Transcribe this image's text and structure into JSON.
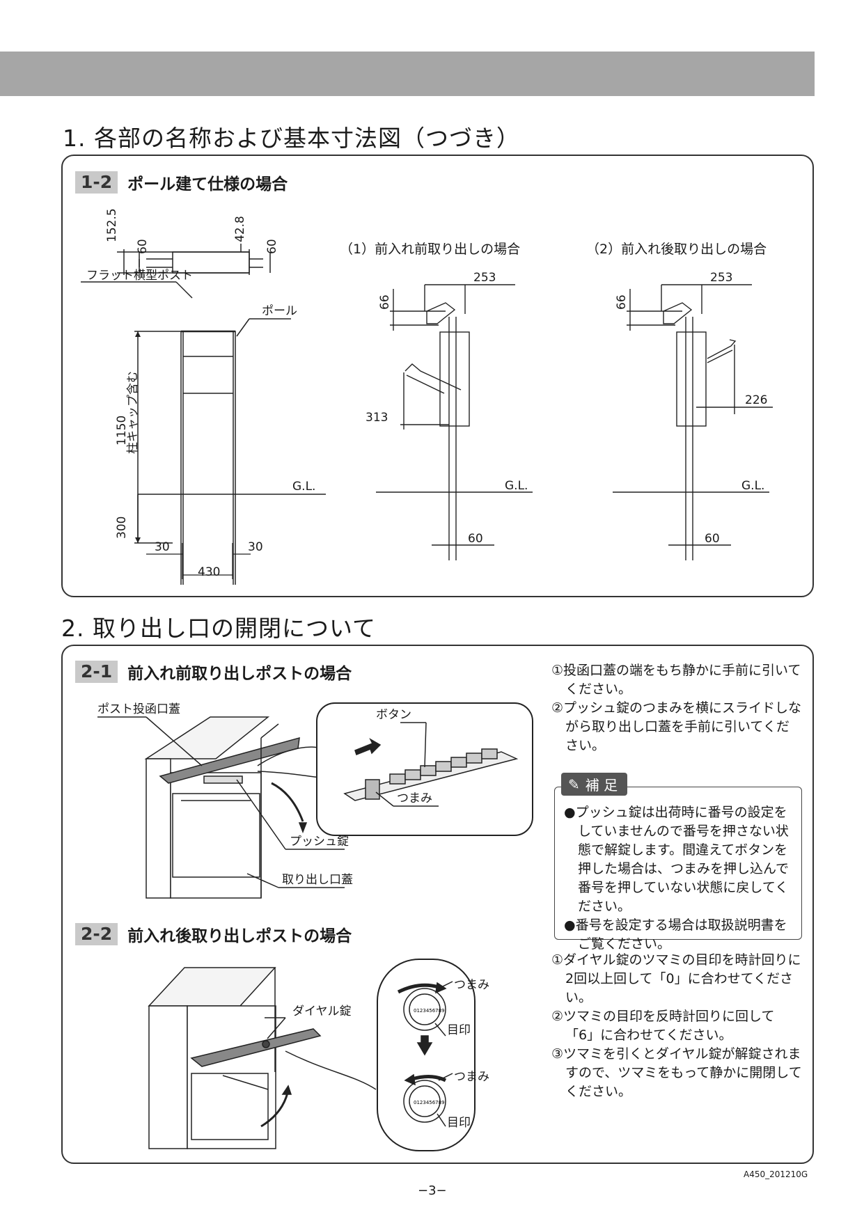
{
  "section1": {
    "title": "1. 各部の名称および基本寸法図（つづき）",
    "sub_num": "1-2",
    "sub_title": "ポール建て仕様の場合",
    "fig_main": {
      "label_post": "フラット横型ポスト",
      "label_pole": "ポール",
      "dim_top_1": "152.5",
      "dim_top_2": "60",
      "dim_top_3": "42.8",
      "dim_top_4": "60",
      "dim_height": "1150",
      "dim_height_note": "柱キャップ含む",
      "dim_ground": "300",
      "dim_left": "30",
      "dim_right": "30",
      "dim_width": "430",
      "gl": "G.L."
    },
    "fig_front": {
      "title": "（1）前入れ前取り出しの場合",
      "dim_a": "253",
      "dim_b": "66",
      "dim_c": "313",
      "dim_d": "60",
      "gl": "G.L."
    },
    "fig_rear": {
      "title": "（2）前入れ後取り出しの場合",
      "dim_a": "253",
      "dim_b": "66",
      "dim_c": "226",
      "dim_d": "60",
      "gl": "G.L."
    }
  },
  "section2": {
    "title": "2. 取り出し口の開閉について",
    "s21": {
      "num": "2-1",
      "title": "前入れ前取り出しポストの場合",
      "label_lid": "ポスト投函口蓋",
      "label_button": "ボタン",
      "label_knob": "つまみ",
      "label_push": "プッシュ錠",
      "label_outlet": "取り出し口蓋",
      "steps": [
        "①投函口蓋の端をもち静かに手前に引いてください。",
        "②プッシュ錠のつまみを横にスライドしながら取り出し口蓋を手前に引いてください。"
      ],
      "hosoku_title": "補 足",
      "hosoku": [
        "●プッシュ錠は出荷時に番号の設定をしていませんので番号を押さない状態で解錠します。間違えてボタンを押した場合は、つまみを押し込んで番号を押していない状態に戻してください。",
        "●番号を設定する場合は取扱説明書をご覧ください。"
      ]
    },
    "s22": {
      "num": "2-2",
      "title": "前入れ後取り出しポストの場合",
      "label_dial": "ダイヤル錠",
      "label_knob1": "つまみ",
      "label_mark1": "目印",
      "label_knob2": "つまみ",
      "label_mark2": "目印",
      "dial_digits": "0123456789",
      "steps": [
        "①ダイヤル錠のツマミの目印を時計回りに2回以上回して「0」に合わせてください。",
        "②ツマミの目印を反時計回りに回して「6」に合わせてください。",
        "③ツマミを引くとダイヤル錠が解錠されますので、ツマミをもって静かに開閉してください。"
      ]
    }
  },
  "footer": {
    "code": "A450_201210G",
    "page": "−3−"
  }
}
